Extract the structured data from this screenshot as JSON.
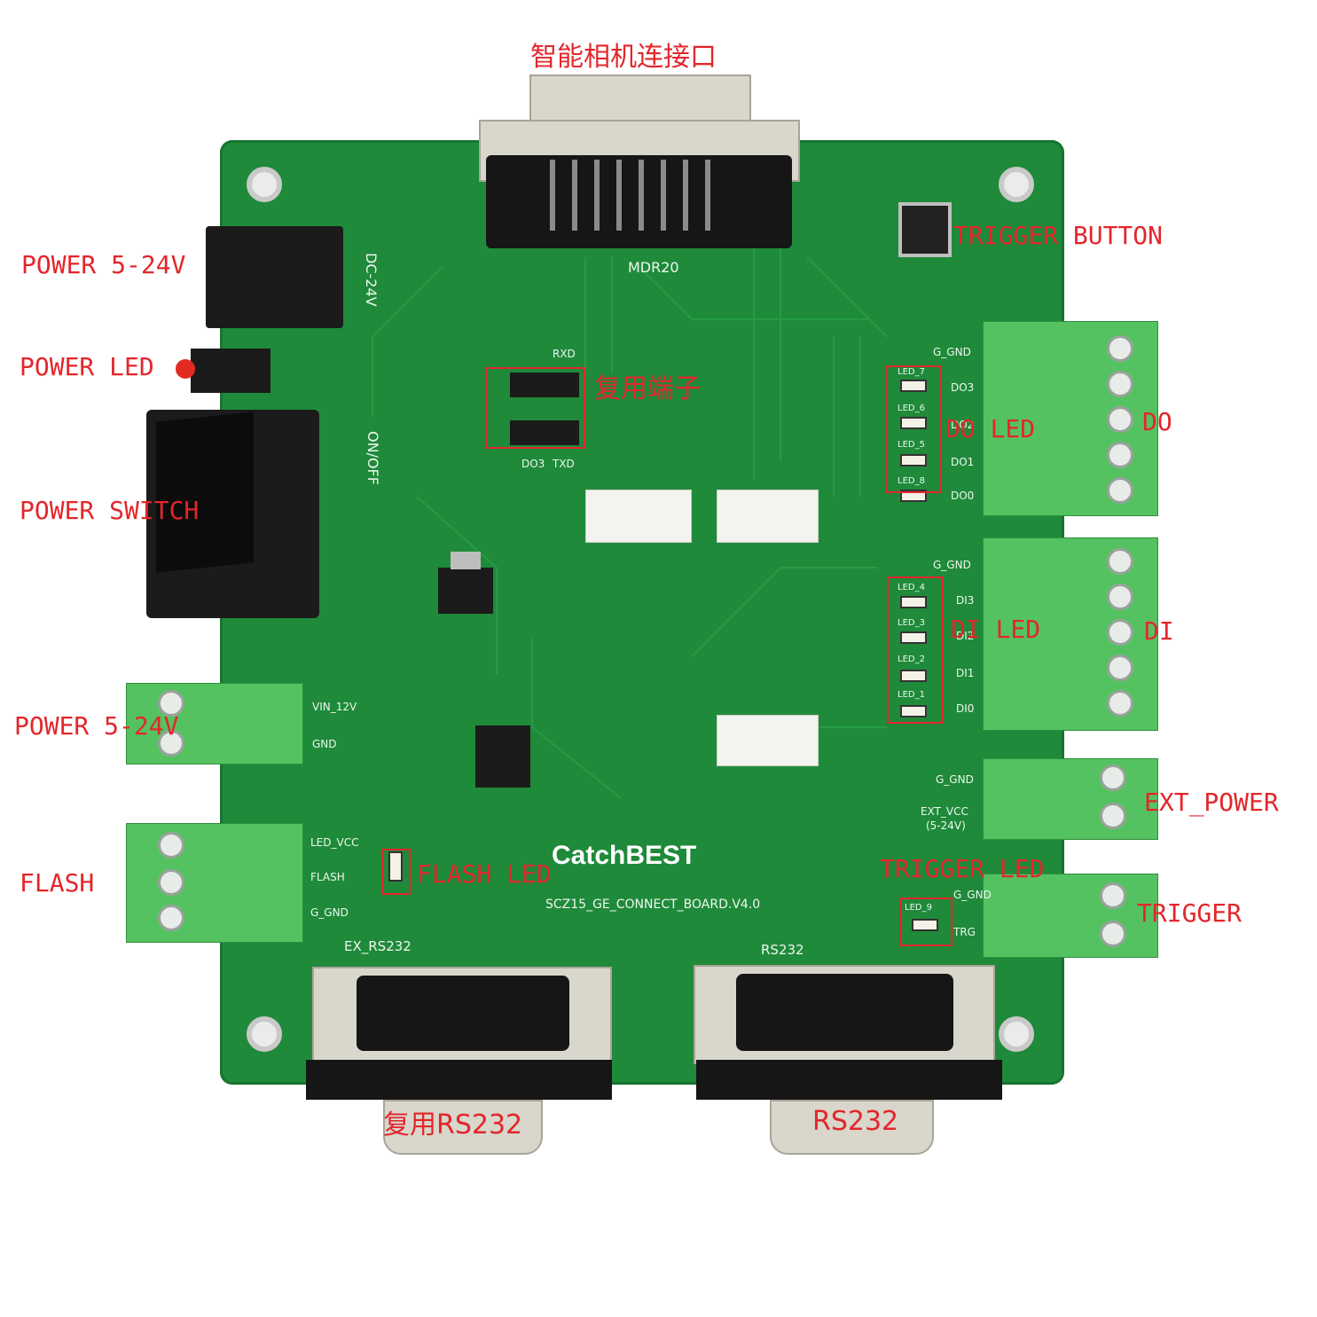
{
  "annotations": {
    "mdr20_port": "智能相机连接口",
    "power_input": "POWER 5-24V",
    "power_led": "POWER LED",
    "power_switch": "POWER SWITCH",
    "power_terminal": "POWER 5-24V",
    "flash": "FLASH",
    "multiplex_header": "复用端子",
    "trigger_button": "TRIGGER BUTTON",
    "do_led": "DO LED",
    "do": "DO",
    "di_led": "DI LED",
    "di": "DI",
    "ext_power": "EXT_POWER",
    "trigger_led": "TRIGGER LED",
    "trigger": "TRIGGER",
    "flash_led": "FLASH LED",
    "multiplex_rs232": "复用RS232",
    "rs232": "RS232"
  },
  "silkscreen": {
    "mdr20": "MDR20",
    "dc24v": "DC-24V",
    "onoff": "ON/OFF",
    "vin12v": "VIN_12V",
    "gnd": "GND",
    "led_vcc": "LED_VCC",
    "flash": "FLASH",
    "g_gnd": "G_GND",
    "do3": "DO3",
    "do2": "DO2",
    "do1": "DO1",
    "do0": "DO0",
    "di3": "DI3",
    "di2": "DI2",
    "di1": "DI1",
    "di0": "DI0",
    "ext_vcc": "EXT_VCC",
    "ext_vcc_range": "(5-24V)",
    "trg": "TRG",
    "ex_rs232": "EX_RS232",
    "rs232": "RS232",
    "board_name": "SCZ15_GE_CONNECT_BOARD.V4.0",
    "logo": "CatchBEST",
    "led7": "LED_7",
    "led6": "LED_6",
    "led5": "LED_5",
    "led8": "LED_8",
    "led4": "LED_4",
    "led3": "LED_3",
    "led2": "LED_2",
    "led1": "LED_1",
    "led9": "LED_9",
    "do3_hdr": "DO3",
    "txd": "TXD",
    "rxd": "RXD"
  },
  "colors": {
    "annotation": "#e3262b",
    "pcb": "#1f8a3a",
    "terminal": "#55c261"
  }
}
